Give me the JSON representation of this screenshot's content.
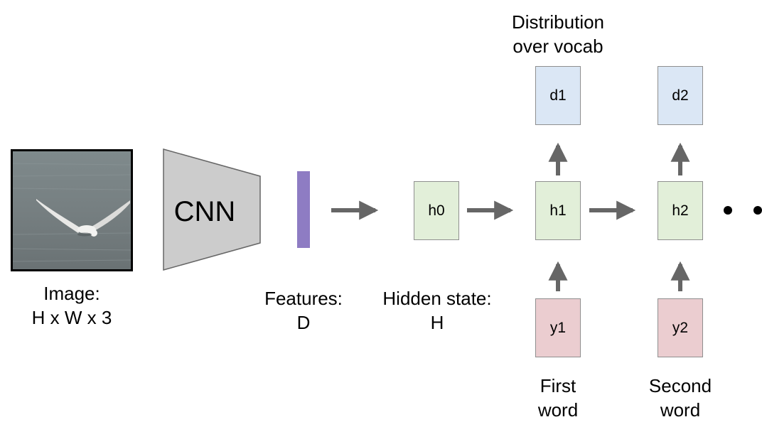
{
  "image_label": [
    "Image:",
    "H x W x 3"
  ],
  "cnn_label": "CNN",
  "features_label": [
    "Features:",
    "D"
  ],
  "hidden_label": [
    "Hidden state:",
    "H"
  ],
  "distribution_label": [
    "Distribution",
    "over vocab"
  ],
  "first_word_label": [
    "First",
    "word"
  ],
  "second_word_label": [
    "Second",
    "word"
  ],
  "nodes": {
    "h0": "h0",
    "h1": "h1",
    "h2": "h2",
    "d1": "d1",
    "d2": "d2",
    "y1": "y1",
    "y2": "y2"
  },
  "colors": {
    "hidden_fill": "#e2efd9",
    "output_fill": "#dbe7f5",
    "input_fill": "#ebcdd0",
    "feature_bar": "#8e7cc3",
    "cnn_fill": "#cccccc",
    "arrow": "#666666"
  }
}
